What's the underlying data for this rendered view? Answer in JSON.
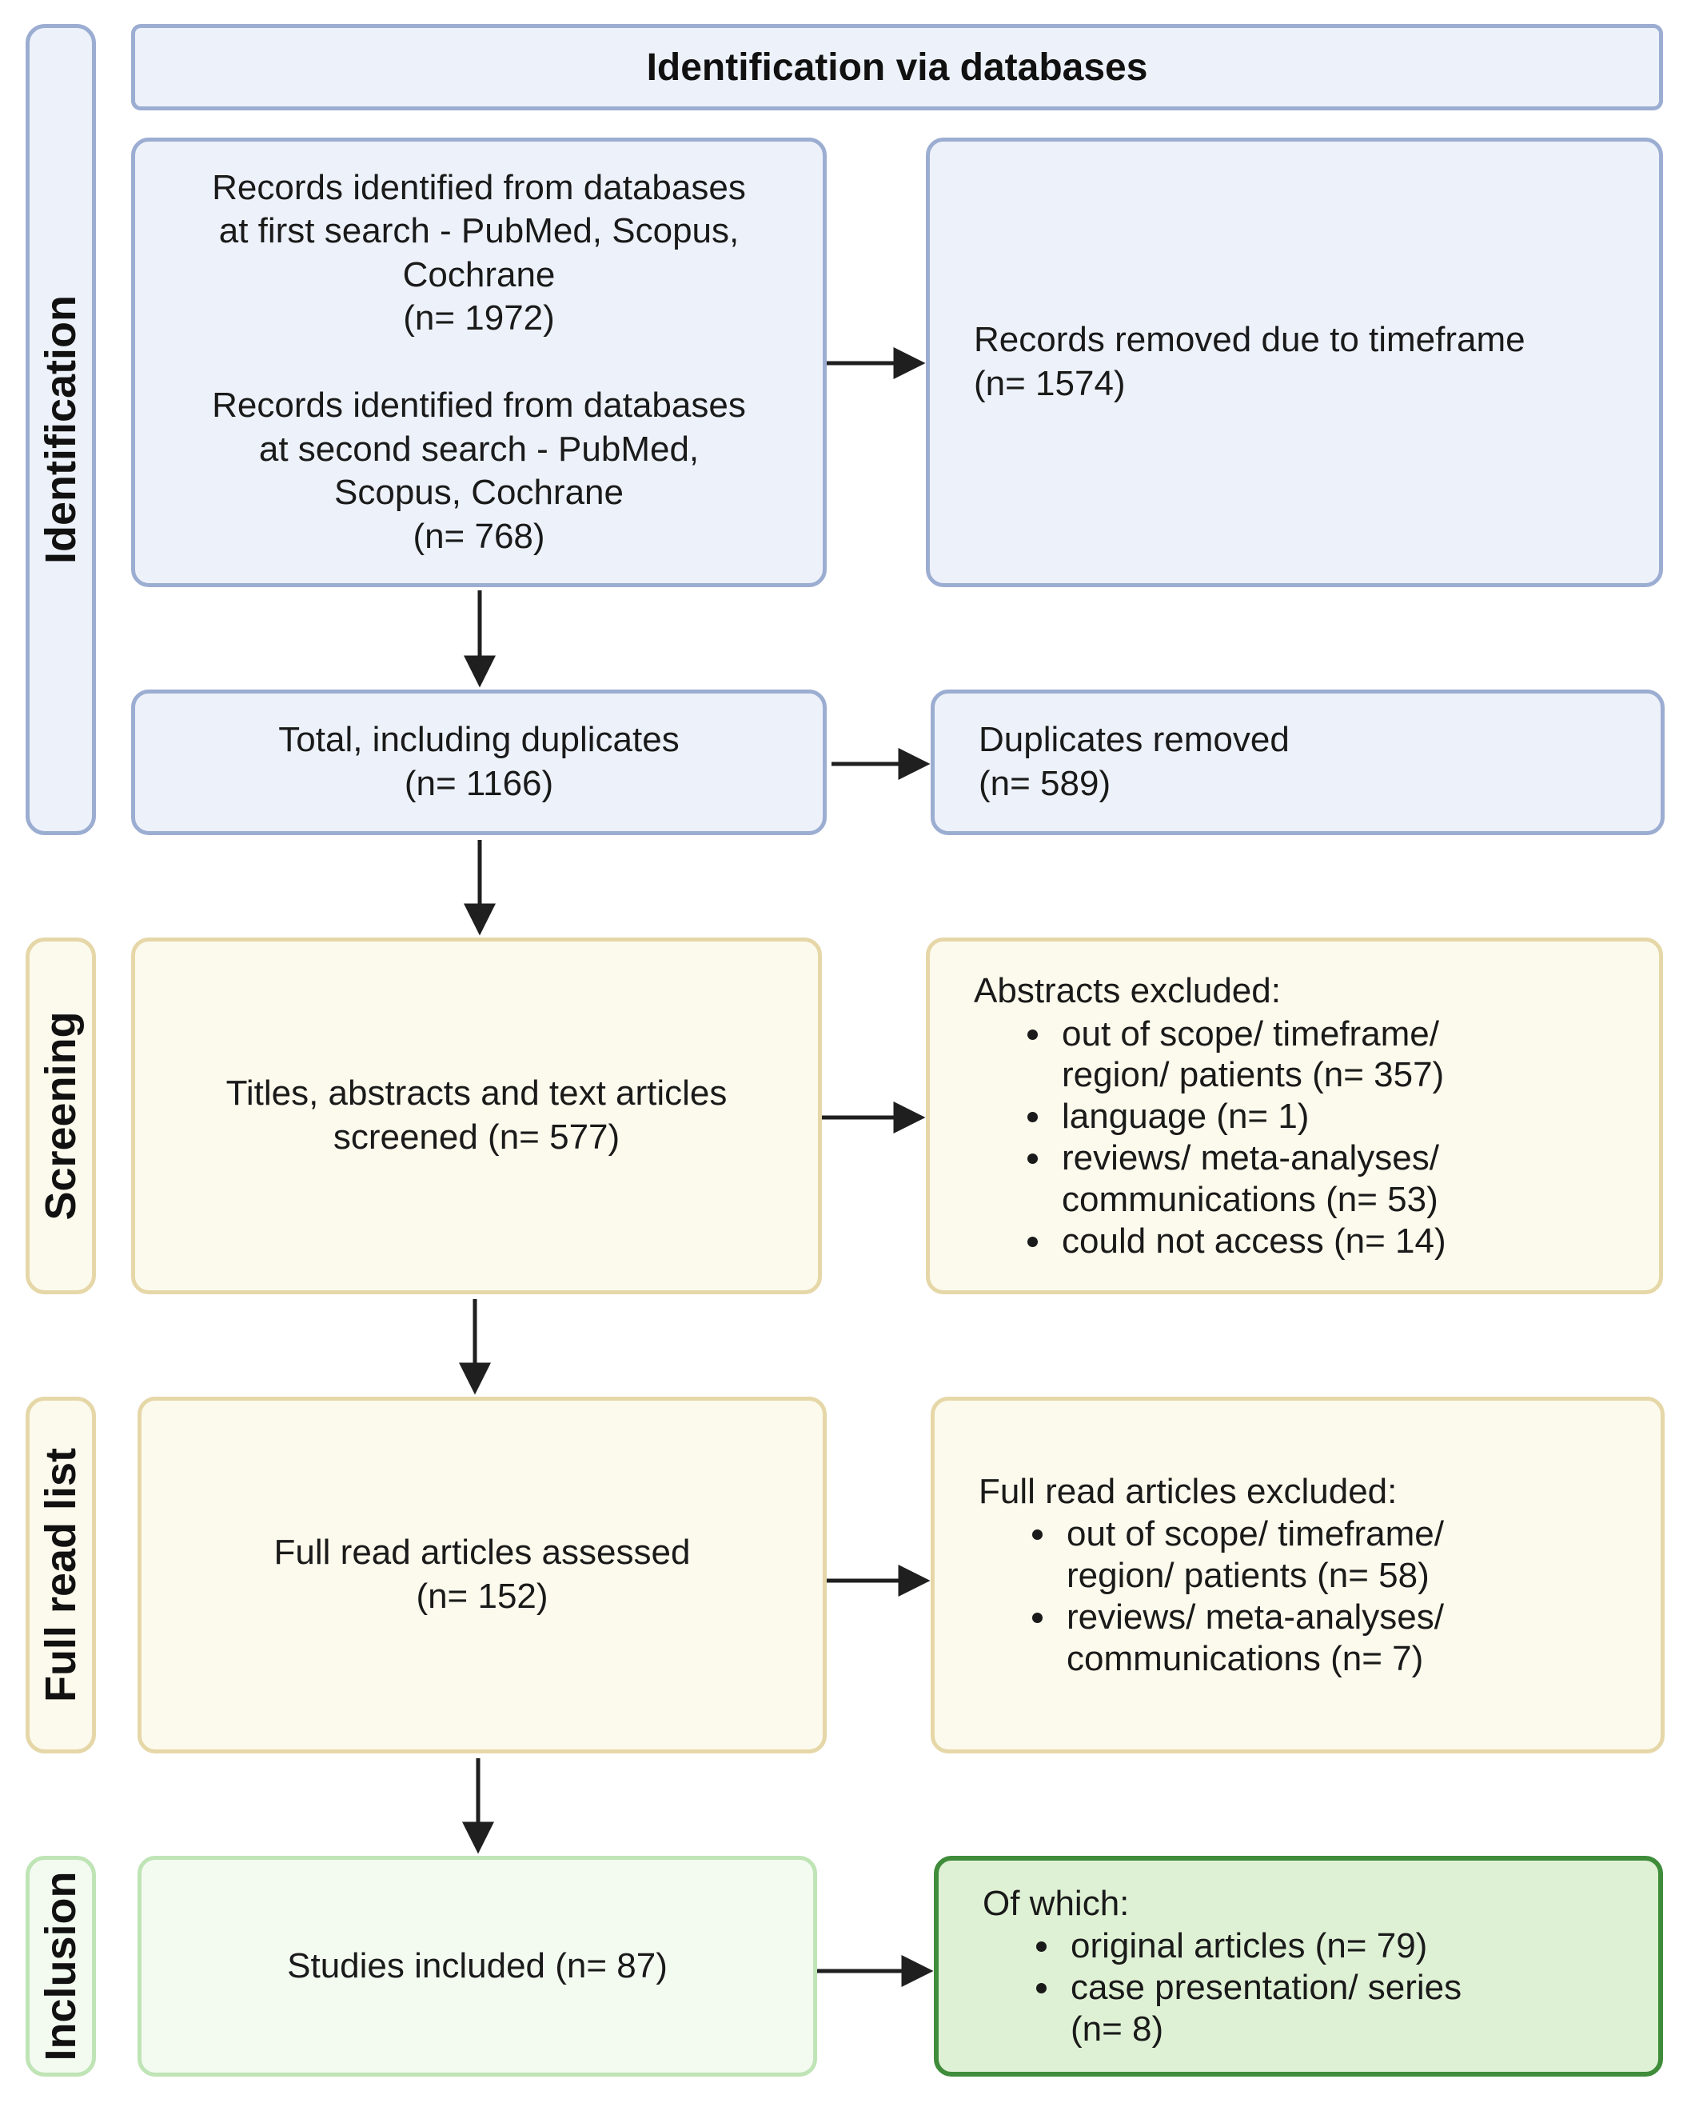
{
  "header": {
    "title": "Identification via databases"
  },
  "stages": {
    "identification": "Identification",
    "screening": "Screening",
    "full_read": "Full read list",
    "inclusion": "Inclusion"
  },
  "identification": {
    "first_search": [
      "Records identified from databases",
      "at first search - PubMed, Scopus,",
      "Cochrane",
      "(n= 1972)"
    ],
    "second_search": [
      "Records identified from databases",
      "at second search - PubMed,",
      "Scopus, Cochrane",
      "(n= 768)"
    ],
    "removed": [
      "Records removed due to timeframe",
      "(n= 1574)"
    ],
    "total": [
      "Total, including duplicates",
      "(n= 1166)"
    ],
    "duplicates": [
      "Duplicates removed",
      "(n= 589)"
    ]
  },
  "screening": {
    "screened": [
      "Titles, abstracts and text articles",
      "screened (n= 577)"
    ],
    "excluded_title": "Abstracts excluded:",
    "excluded_items": [
      [
        "out of scope/  timeframe/",
        "region/ patients  (n= 357)"
      ],
      [
        "language (n= 1)"
      ],
      [
        "reviews/ meta-analyses/",
        "communications (n= 53)"
      ],
      [
        "could not access (n= 14)"
      ]
    ]
  },
  "full_read": {
    "assessed": [
      "Full read articles assessed",
      "(n= 152)"
    ],
    "excluded_title": "Full read articles excluded:",
    "excluded_items": [
      [
        "out of scope/  timeframe/",
        "region/ patients  (n= 58)"
      ],
      [
        "reviews/ meta-analyses/",
        "communications (n= 7)"
      ]
    ]
  },
  "inclusion": {
    "included": "Studies included (n= 87)",
    "breakdown_title": "Of which:",
    "breakdown_items": [
      [
        "original articles (n= 79)"
      ],
      [
        "case presentation/ series",
        "(n= 8)"
      ]
    ]
  },
  "colors": {
    "identification_fill": "#edf2fa",
    "identification_border": "#9cadd2",
    "screening_fill": "#fcfaec",
    "screening_border": "#e6d7a8",
    "inclusion_fill": "#f3fbf1",
    "inclusion_border": "#bfe4b5",
    "highlight_fill": "#dff1d5",
    "highlight_border": "#3f8c3b",
    "arrow": "#1f1f1f"
  }
}
